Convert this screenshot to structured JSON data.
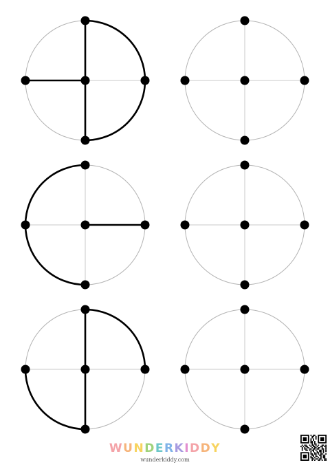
{
  "brand": {
    "letters": [
      "W",
      "U",
      "N",
      "D",
      "E",
      "R",
      "K",
      "I",
      "D",
      "D",
      "Y"
    ],
    "letter_colors": [
      "#f4a3a8",
      "#f6b47a",
      "#f7d35e",
      "#9fd27b",
      "#6cc7c9",
      "#7fb3e8",
      "#a79be0",
      "#e28fd0",
      "#f4a3a8",
      "#f6b47a",
      "#f7d35e"
    ],
    "url": "wunderkiddy.com"
  },
  "colors": {
    "circle_outline": "#b3b3b3",
    "guide_line": "#c8c8c8",
    "traced_line": "#000000",
    "dot": "#000000"
  },
  "worksheet": {
    "traced_patterns": [
      "top-to-bottom vertical, left-to-center horizontal, right half arc",
      "center-to-right horizontal, left half arc from top to bottom",
      "top-to-bottom vertical, top-right arc, bottom-left arc"
    ]
  }
}
